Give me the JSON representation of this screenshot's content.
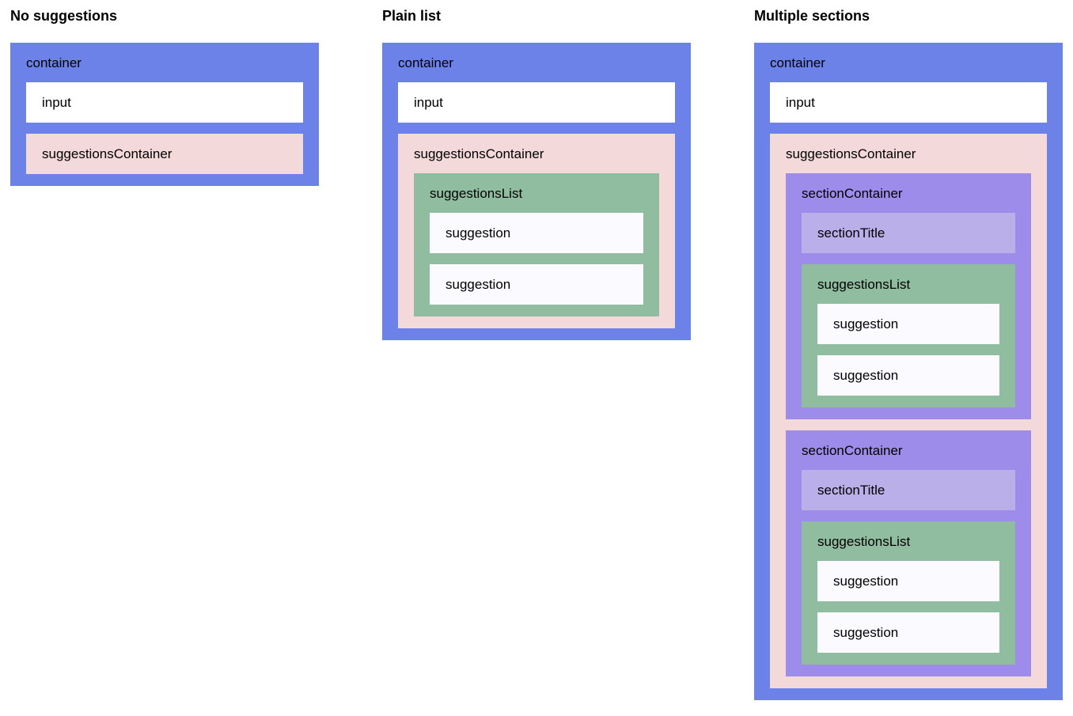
{
  "page": {
    "background": "#ffffff"
  },
  "colors": {
    "container": "#6c82e9",
    "input": "#ffffff",
    "suggestionsContainer": "#f3d9d9",
    "suggestionsList": "#90bd9f",
    "suggestion": "#fbfaff",
    "sectionContainer": "#9d8ce9",
    "sectionTitle": "#bbafe9",
    "text": "#000000"
  },
  "examples": [
    {
      "title": "No suggestions",
      "container_label": "container",
      "input_label": "input",
      "suggestions_container_label": "suggestionsContainer"
    },
    {
      "title": "Plain list",
      "container_label": "container",
      "input_label": "input",
      "suggestions_container_label": "suggestionsContainer",
      "suggestions_list_label": "suggestionsList",
      "suggestions": [
        "suggestion",
        "suggestion"
      ]
    },
    {
      "title": "Multiple sections",
      "container_label": "container",
      "input_label": "input",
      "suggestions_container_label": "suggestionsContainer",
      "sections": [
        {
          "section_container_label": "sectionContainer",
          "section_title_label": "sectionTitle",
          "suggestions_list_label": "suggestionsList",
          "suggestions": [
            "suggestion",
            "suggestion"
          ]
        },
        {
          "section_container_label": "sectionContainer",
          "section_title_label": "sectionTitle",
          "suggestions_list_label": "suggestionsList",
          "suggestions": [
            "suggestion",
            "suggestion"
          ]
        }
      ]
    }
  ]
}
